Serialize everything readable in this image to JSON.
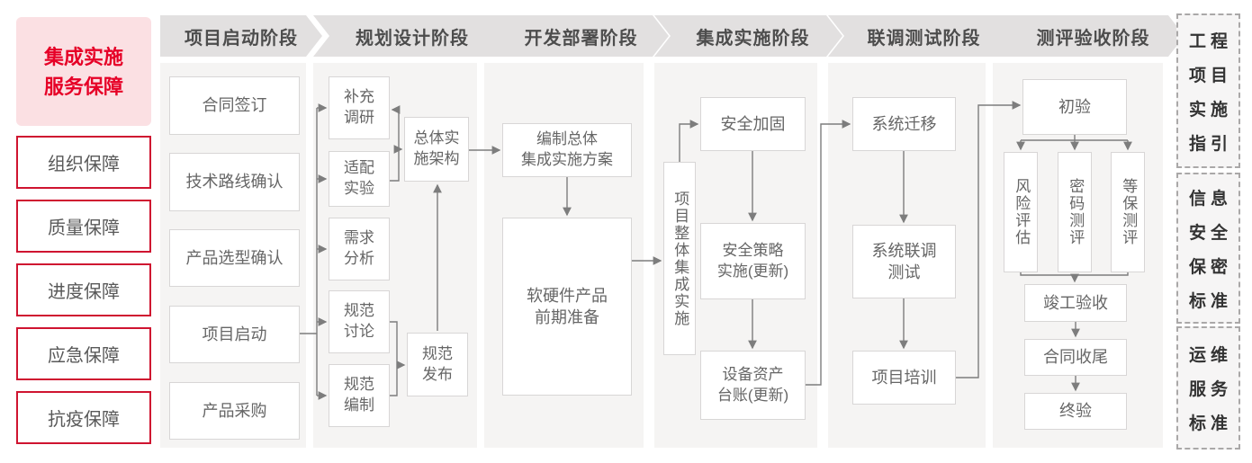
{
  "left_sidebar": {
    "title": "集成实施\n服务保障",
    "items": [
      "组织保障",
      "质量保障",
      "进度保障",
      "应急保障",
      "抗疫保障"
    ]
  },
  "phases": [
    "项目启动阶段",
    "规划设计阶段",
    "开发部署阶段",
    "集成实施阶段",
    "联调测试阶段",
    "测评验收阶段"
  ],
  "flowchart": {
    "startup": [
      "合同签订",
      "技术路线确认",
      "产品选型确认",
      "项目启动",
      "产品采购"
    ],
    "planning_left": [
      "补充\n调研",
      "适配\n实验",
      "需求\n分析",
      "规范\n讨论",
      "规范\n编制"
    ],
    "planning_right": [
      "总体实\n施架构",
      "规范\n发布"
    ],
    "development": [
      "编制总体\n集成实施方案",
      "软硬件产品\n前期准备"
    ],
    "integration": {
      "vertical": "项目整体集成实施",
      "steps": [
        "安全加固",
        "安全策略\n实施(更新)",
        "设备资产\n台账(更新)"
      ]
    },
    "testing": [
      "系统迁移",
      "系统联调\n测试",
      "项目培训"
    ],
    "acceptance": {
      "first": "初验",
      "evals": [
        "风险评估",
        "密码测评",
        "等保测评"
      ],
      "final_steps": [
        "竣工验收",
        "合同收尾",
        "终验"
      ]
    }
  },
  "right_sidebar": {
    "boxes": [
      {
        "rows": [
          "工程",
          "项目",
          "实施",
          "指引"
        ]
      },
      {
        "rows": [
          "信息",
          "安全",
          "保密",
          "标准"
        ]
      },
      {
        "rows": [
          "运维",
          "服务",
          "标准"
        ]
      }
    ]
  }
}
